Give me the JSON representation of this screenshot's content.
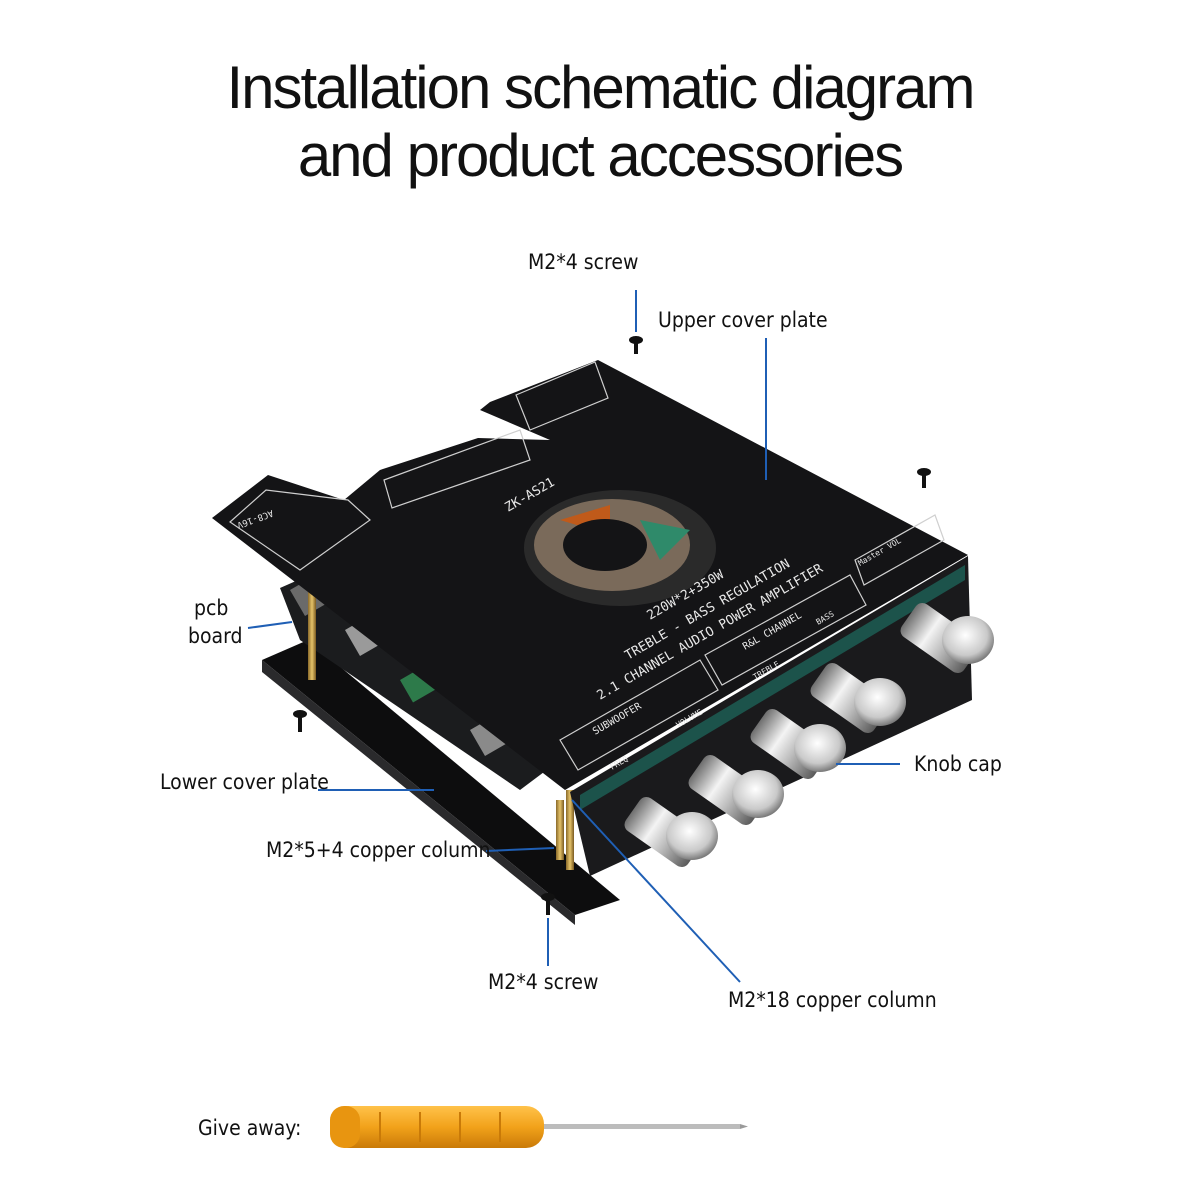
{
  "title": {
    "line1": "Installation schematic diagram",
    "line2": "and product accessories"
  },
  "labels": {
    "screw_top": "M2*4 screw",
    "upper_cover": "Upper cover plate",
    "pcb_line1": "pcb",
    "pcb_line2": "board",
    "lower_cover": "Lower cover plate",
    "copper_5_4": "M2*5+4 copper column",
    "knob_cap": "Knob cap",
    "screw_bottom": "M2*4 screw",
    "copper_18": "M2*18 copper column",
    "give_away": "Give away:"
  },
  "board_print": {
    "model": "ZK-AS21",
    "power": "220W*2+350W",
    "line_treble": "TREBLE - BASS REGULATION",
    "line_channel": "2.1 CHANNEL AUDIO POWER AMPLIFIER",
    "rl_channel": "R&L CHANNEL",
    "subwoofer": "SUBWOOFER",
    "treble": "TREBLE",
    "bass": "BASS",
    "volume": "VOLUME",
    "freq": "FREQ",
    "master_vol": "Master VOL",
    "voltage": "AC8-16V"
  },
  "colors": {
    "leader_line": "#1f5fb5",
    "board": "#141416",
    "screwdriver_handle": "#f2a21a"
  }
}
